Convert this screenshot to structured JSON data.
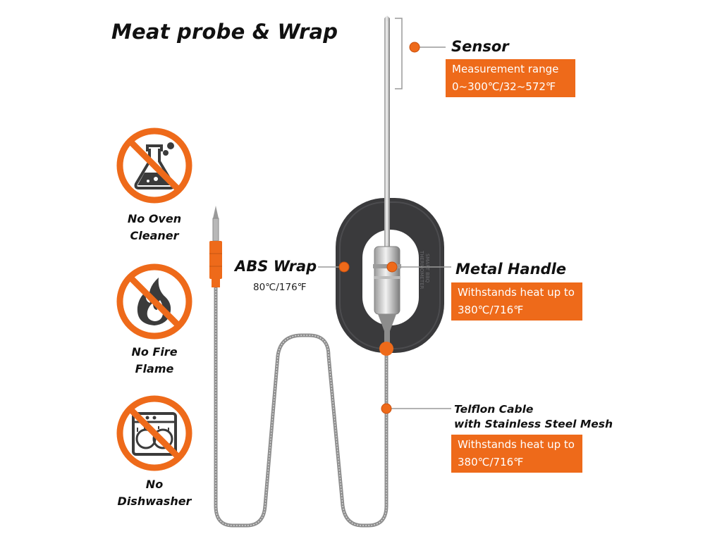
{
  "title": "Meat probe & Wrap",
  "sensor": {
    "label": "Sensor",
    "line1": "Measurement range",
    "line2": "0~300℃/32~572℉"
  },
  "abs_wrap": {
    "label": "ABS Wrap",
    "value": "80℃/176℉"
  },
  "metal_handle": {
    "label": "Metal Handle",
    "line1": "Withstands heat up to",
    "line2": "380℃/716℉"
  },
  "cable": {
    "label_line1": "Telflon Cable",
    "label_line2": "with Stainless Steel Mesh",
    "line1": "Withstands heat up to",
    "line2": "380℃/716℉"
  },
  "wrap_text": {
    "line1": "SMART BBQ",
    "line2": "THERMOMETER"
  },
  "warnings": [
    {
      "icon": "no-oven-cleaner-icon",
      "line1": "No Oven",
      "line2": "Cleaner"
    },
    {
      "icon": "no-fire-flame-icon",
      "line1": "No Fire",
      "line2": "Flame"
    },
    {
      "icon": "no-dishwasher-icon",
      "line1": "No",
      "line2": "Dishwasher"
    }
  ],
  "colors": {
    "accent": "#ee6a1a",
    "wrap": "#3a3a3c",
    "text": "#111111"
  }
}
